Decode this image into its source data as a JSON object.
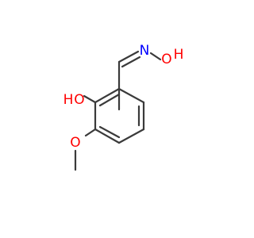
{
  "molecule": {
    "atoms": {
      "oxime_oxygen": {
        "symbol": "O",
        "hydrogen": "H"
      },
      "oxime_nitrogen": {
        "symbol": "N"
      },
      "phenol_oxygen": {
        "symbol": "O",
        "hydrogen": "H"
      },
      "methoxy_oxygen": {
        "symbol": "O"
      }
    }
  },
  "colors": {
    "bond": "#3a3a3a",
    "oxygen": "#ff0000",
    "nitrogen": "#0000ff",
    "background": "#ffffff"
  }
}
